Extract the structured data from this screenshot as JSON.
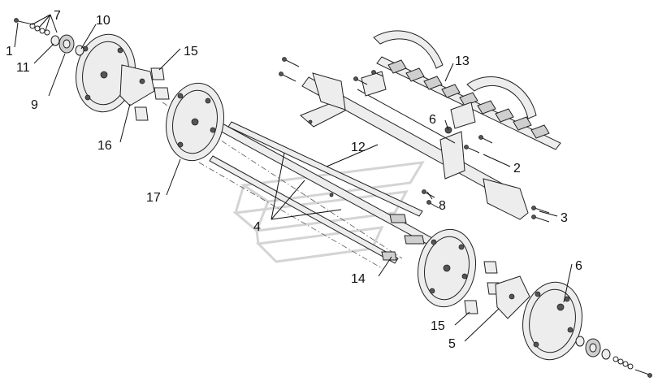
{
  "callouts": [
    {
      "id": "1",
      "text": "1"
    },
    {
      "id": "7a",
      "text": "7"
    },
    {
      "id": "10",
      "text": "10"
    },
    {
      "id": "11",
      "text": "11"
    },
    {
      "id": "9",
      "text": "9"
    },
    {
      "id": "15a",
      "text": "15"
    },
    {
      "id": "16",
      "text": "16"
    },
    {
      "id": "17",
      "text": "17"
    },
    {
      "id": "13",
      "text": "13"
    },
    {
      "id": "12",
      "text": "12"
    },
    {
      "id": "6a",
      "text": "6"
    },
    {
      "id": "2",
      "text": "2"
    },
    {
      "id": "8",
      "text": "8"
    },
    {
      "id": "3",
      "text": "3"
    },
    {
      "id": "4",
      "text": "4"
    },
    {
      "id": "14",
      "text": "14"
    },
    {
      "id": "6b",
      "text": "6"
    },
    {
      "id": "15b",
      "text": "15"
    },
    {
      "id": "5",
      "text": "5"
    }
  ]
}
